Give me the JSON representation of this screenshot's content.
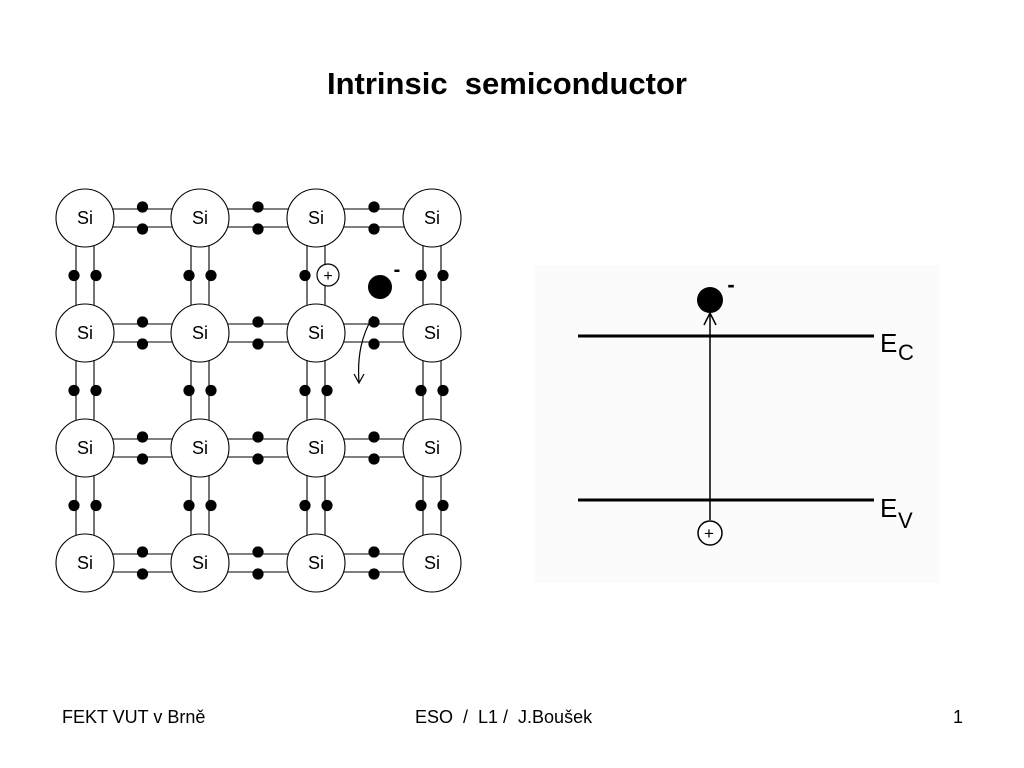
{
  "slide": {
    "title": "Intrinsic  semiconductor"
  },
  "lattice": {
    "atom_label": "Si",
    "rows": 4,
    "cols": 4,
    "hole_symbol": "+",
    "electron_symbol": "-"
  },
  "band_diagram": {
    "conduction_band": {
      "letter": "E",
      "subscript": "C"
    },
    "valence_band": {
      "letter": "E",
      "subscript": "V"
    },
    "electron_symbol": "-",
    "hole_symbol": "+"
  },
  "footer": {
    "left": "FEKT VUT v Brně",
    "center": "ESO  /  L1 /  J.Boušek",
    "right": "1"
  }
}
